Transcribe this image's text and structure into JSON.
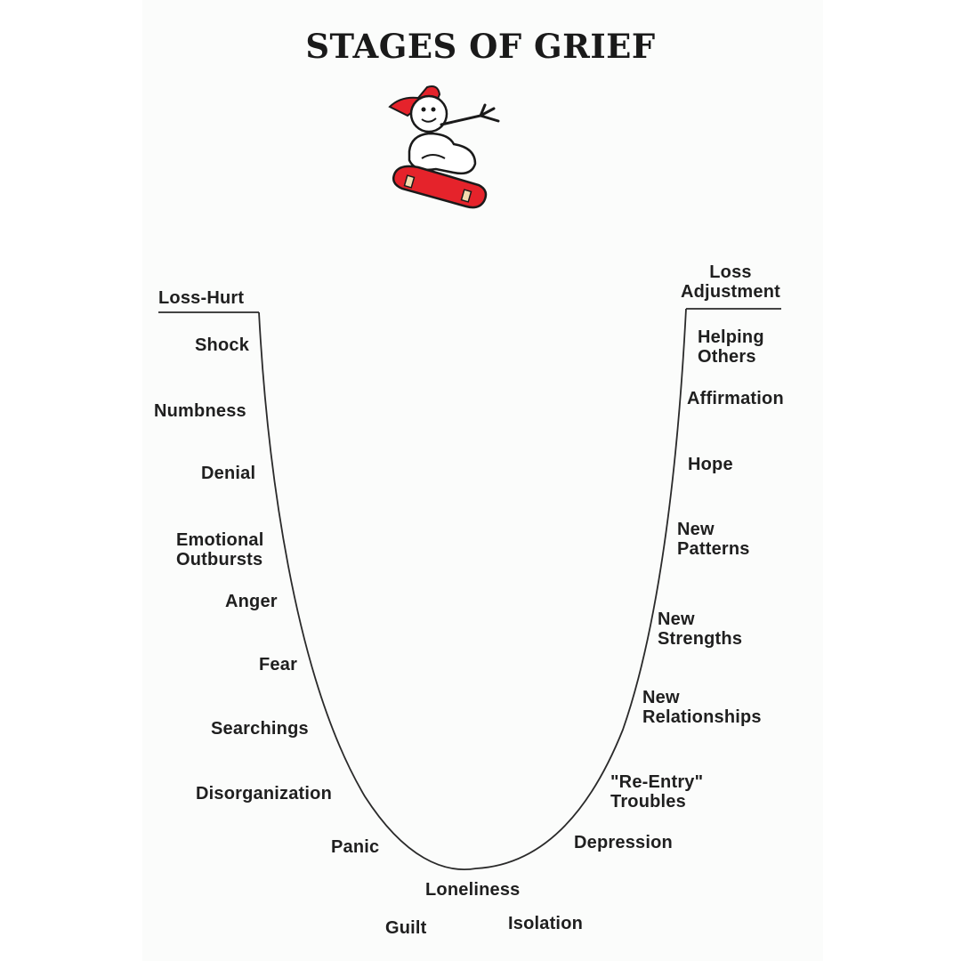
{
  "title": "STAGES OF GRIEF",
  "accent_color": "#e5232b",
  "mascot_icon": "skateboarder-stick-figure-icon",
  "stages": {
    "loss_hurt": "Loss-Hurt",
    "shock": "Shock",
    "numbness": "Numbness",
    "denial": "Denial",
    "emotional_outbursts": "Emotional\nOutbursts",
    "anger": "Anger",
    "fear": "Fear",
    "searchings": "Searchings",
    "disorganization": "Disorganization",
    "panic": "Panic",
    "guilt": "Guilt",
    "loneliness": "Loneliness",
    "isolation": "Isolation",
    "depression": "Depression",
    "reentry_troubles": "\"Re-Entry\"\nTroubles",
    "new_relationships": "New\nRelationships",
    "new_strengths": "New\nStrengths",
    "new_patterns": "New\nPatterns",
    "hope": "Hope",
    "affirmation": "Affirmation",
    "helping_others": "Helping\nOthers",
    "loss_adjustment": "Loss\nAdjustment"
  }
}
